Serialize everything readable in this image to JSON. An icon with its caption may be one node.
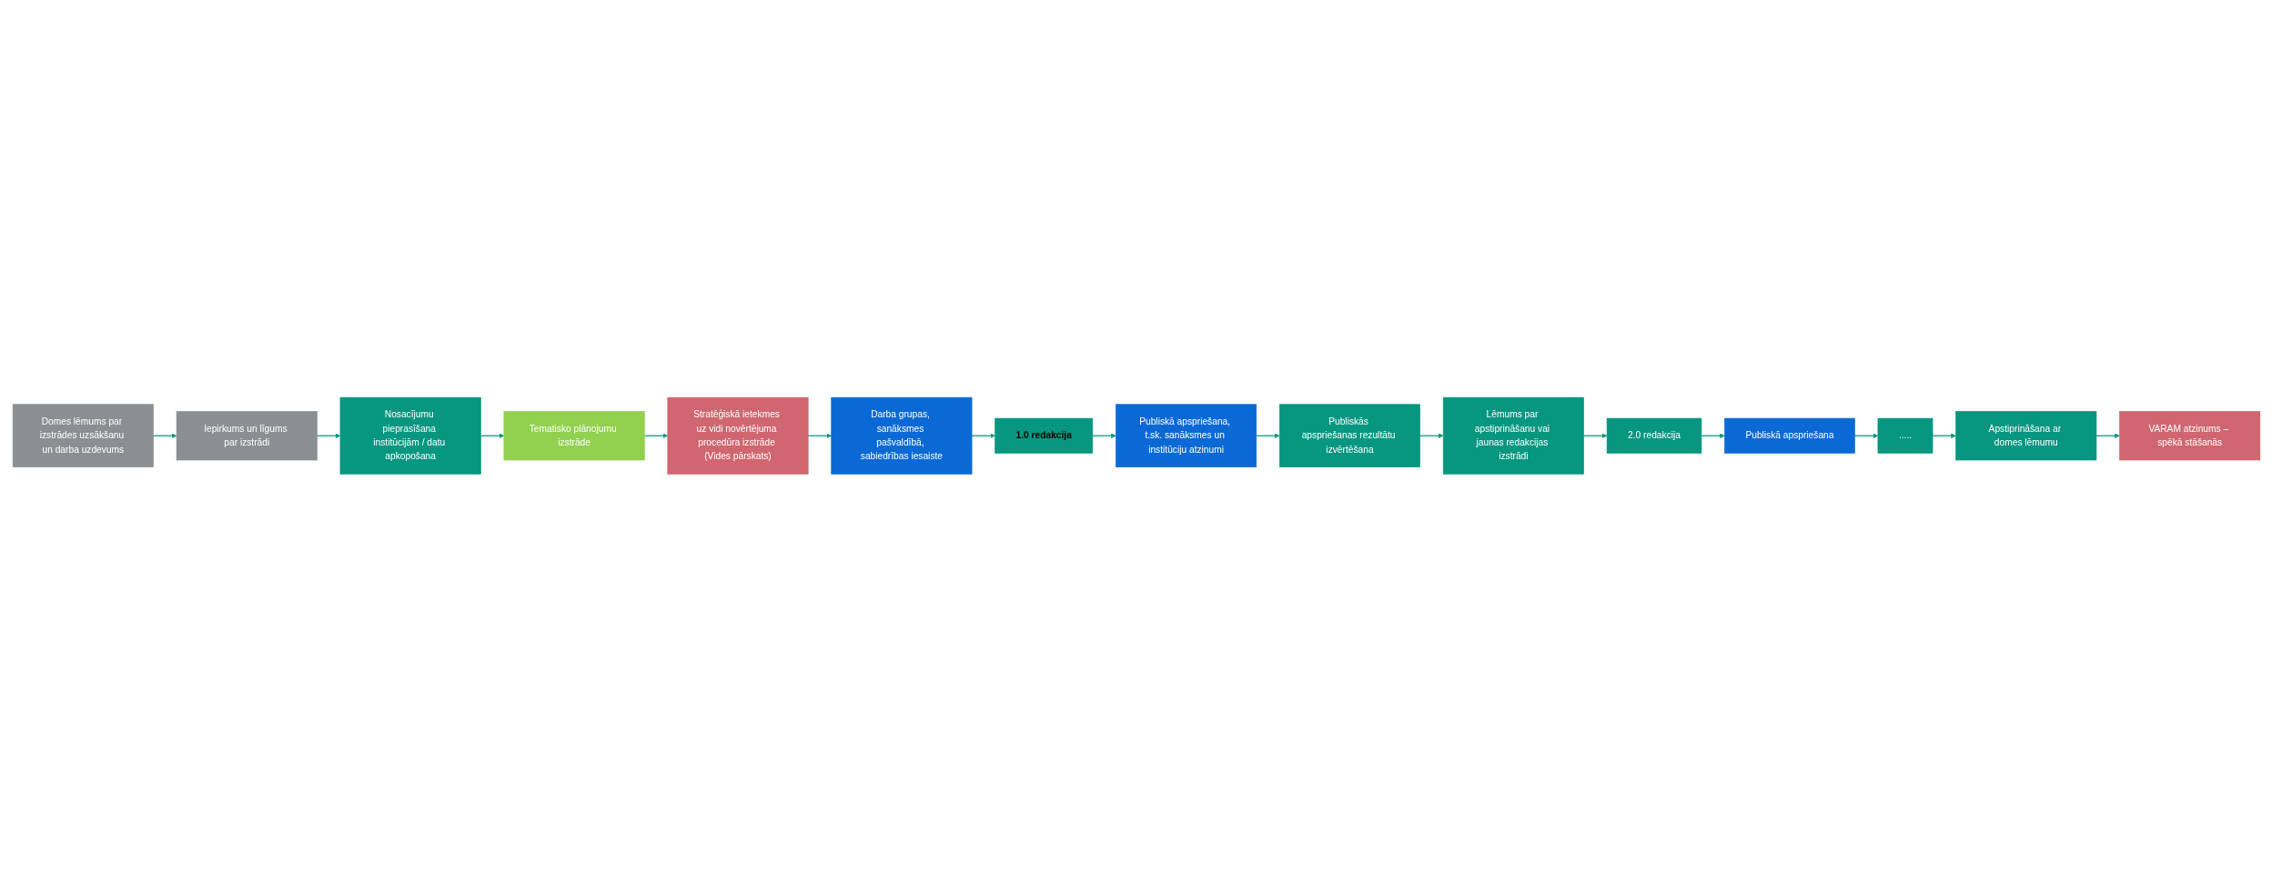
{
  "diagram": {
    "nodes": [
      {
        "text": [
          "Domes lēmums par izstrādes uzsākšanu un darba uzdevums"
        ]
      },
      {
        "text": [
          "Iepirkums un līgums par izstrādi"
        ]
      },
      {
        "text": [
          "Nosacījumu pieprasīšana institūcijām / datu apkopošana"
        ]
      },
      {
        "text": [
          "Tematisko plānojumu izstrāde"
        ]
      },
      {
        "text": [
          "Stratēģiskā ietekmes uz vidi novērtējuma procedūra izstrāde (Vides pārskats)"
        ]
      },
      {
        "text": [
          "Darba grupas, sanāksmes pašvaldībā, sabiedrības iesaiste"
        ]
      },
      {
        "text": [
          "1.0 redakcija"
        ]
      },
      {
        "text": [
          "Publiskā apspriešana, t.sk. sanāksmes un institūciju atzinumi"
        ]
      },
      {
        "text": [
          "Publiskās apspriešanas rezultātu izvērtēšana"
        ]
      },
      {
        "text": [
          "Lēmums par apstiprināšanu vai jaunas redakcijas izstrādi"
        ]
      },
      {
        "text": [
          "2.0 redakcija"
        ]
      },
      {
        "text": [
          "Publiskā apspriešana"
        ]
      },
      {
        "text": [
          "....."
        ]
      },
      {
        "text": [
          "Apstiprināšana ar domes lēmumu"
        ]
      },
      {
        "text": [
          "VARAM atzinums – spēkā stāšanās"
        ]
      }
    ],
    "edges": [
      {
        "from": 0,
        "to": 1,
        "arrow": "to"
      },
      {
        "from": 1,
        "to": 2,
        "arrow": "to"
      },
      {
        "from": 2,
        "to": 3,
        "arrow": "to"
      },
      {
        "from": 3,
        "to": 4,
        "arrow": "to"
      },
      {
        "from": 4,
        "to": 5,
        "arrow": "to"
      },
      {
        "from": 5,
        "to": 6,
        "arrow": "to"
      },
      {
        "from": 6,
        "to": 7,
        "arrow": "to"
      },
      {
        "from": 7,
        "to": 8,
        "arrow": "to"
      },
      {
        "from": 8,
        "to": 9,
        "arrow": "to"
      },
      {
        "from": 9,
        "to": 10,
        "arrow": "to"
      },
      {
        "from": 10,
        "to": 11,
        "arrow": "to"
      },
      {
        "from": 11,
        "to": 12,
        "arrow": "to"
      },
      {
        "from": 12,
        "to": 13,
        "arrow": "to"
      },
      {
        "from": 13,
        "to": 14,
        "arrow": "to"
      }
    ]
  }
}
